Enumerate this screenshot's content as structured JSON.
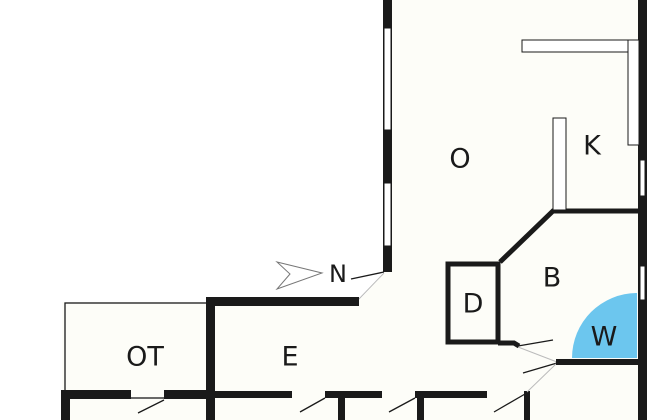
{
  "plan": {
    "rooms": [
      {
        "id": "O",
        "label": "O"
      },
      {
        "id": "K",
        "label": "K"
      },
      {
        "id": "B",
        "label": "B"
      },
      {
        "id": "D",
        "label": "D"
      },
      {
        "id": "W",
        "label": "W"
      },
      {
        "id": "E",
        "label": "E"
      },
      {
        "id": "OT",
        "label": "OT"
      }
    ],
    "north_label": "N",
    "colors": {
      "wall": "#1a1a1a",
      "floor": "#fdfdf8",
      "shower": "#6cc6ee"
    }
  }
}
